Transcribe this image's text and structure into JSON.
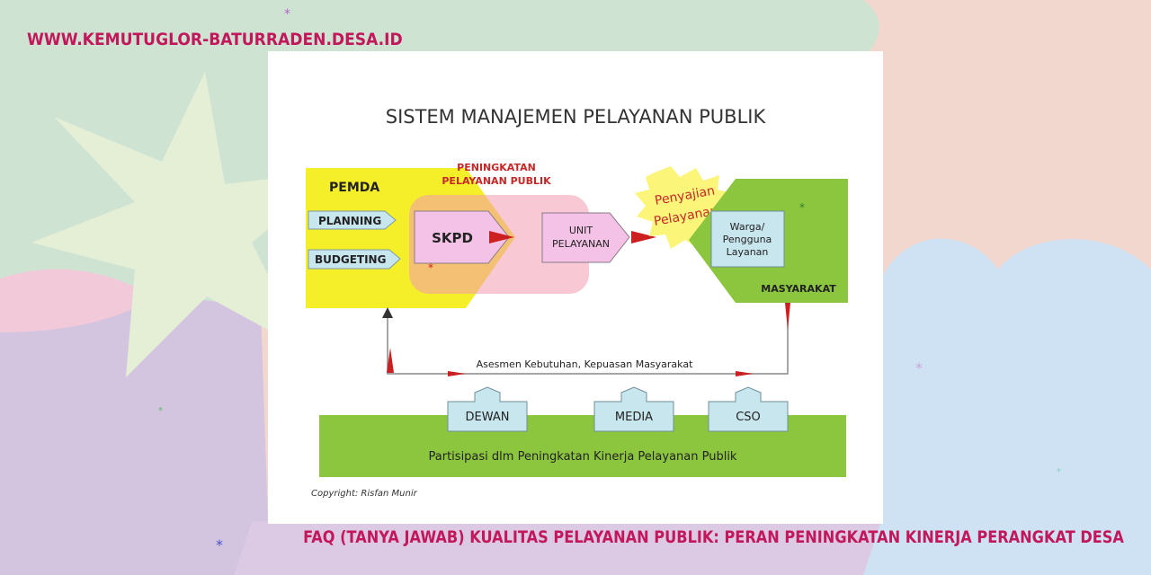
{
  "site_url": "WWW.KEMUTUGLOR-BATURRADEN.DESA.ID",
  "footer_title": "FAQ (Tanya Jawab) Kualitas Pelayanan Publik: Peran Peningkatan Kinerja Perangkat Desa",
  "colors": {
    "accent": "#c2185b",
    "pemda_yellow": "#f5ef2a",
    "masyarakat_green": "#8cc63f",
    "box_pink": "#f4c2e6",
    "box_blue": "#c8e6ee",
    "arrow_red": "#cc1f1f"
  },
  "diagram": {
    "title": "SISTEM MANAJEMEN PELAYANAN PUBLIK",
    "pemda": {
      "label": "PEMDA",
      "planning": "PLANNING",
      "budgeting": "BUDGETING"
    },
    "peningkatan_line1": "PENINGKATAN",
    "peningkatan_line2": "PELAYANAN PUBLIK",
    "skpd": "SKPD",
    "unit_line1": "UNIT",
    "unit_line2": "PELAYANAN",
    "penyajian_line1": "Penyajian",
    "penyajian_line2": "Pelayanan",
    "warga_line1": "Warga/",
    "warga_line2": "Pengguna",
    "warga_line3": "Layanan",
    "masyarakat": "MASYARAKAT",
    "asesmen": "Asesmen Kebutuhan, Kepuasan Masyarakat",
    "dewan": "DEWAN",
    "media": "MEDIA",
    "cso": "CSO",
    "partisipasi": "Partisipasi dlm Peningkatan Kinerja Pelayanan Publik",
    "copyright": "Copyright: Risfan Munir"
  }
}
